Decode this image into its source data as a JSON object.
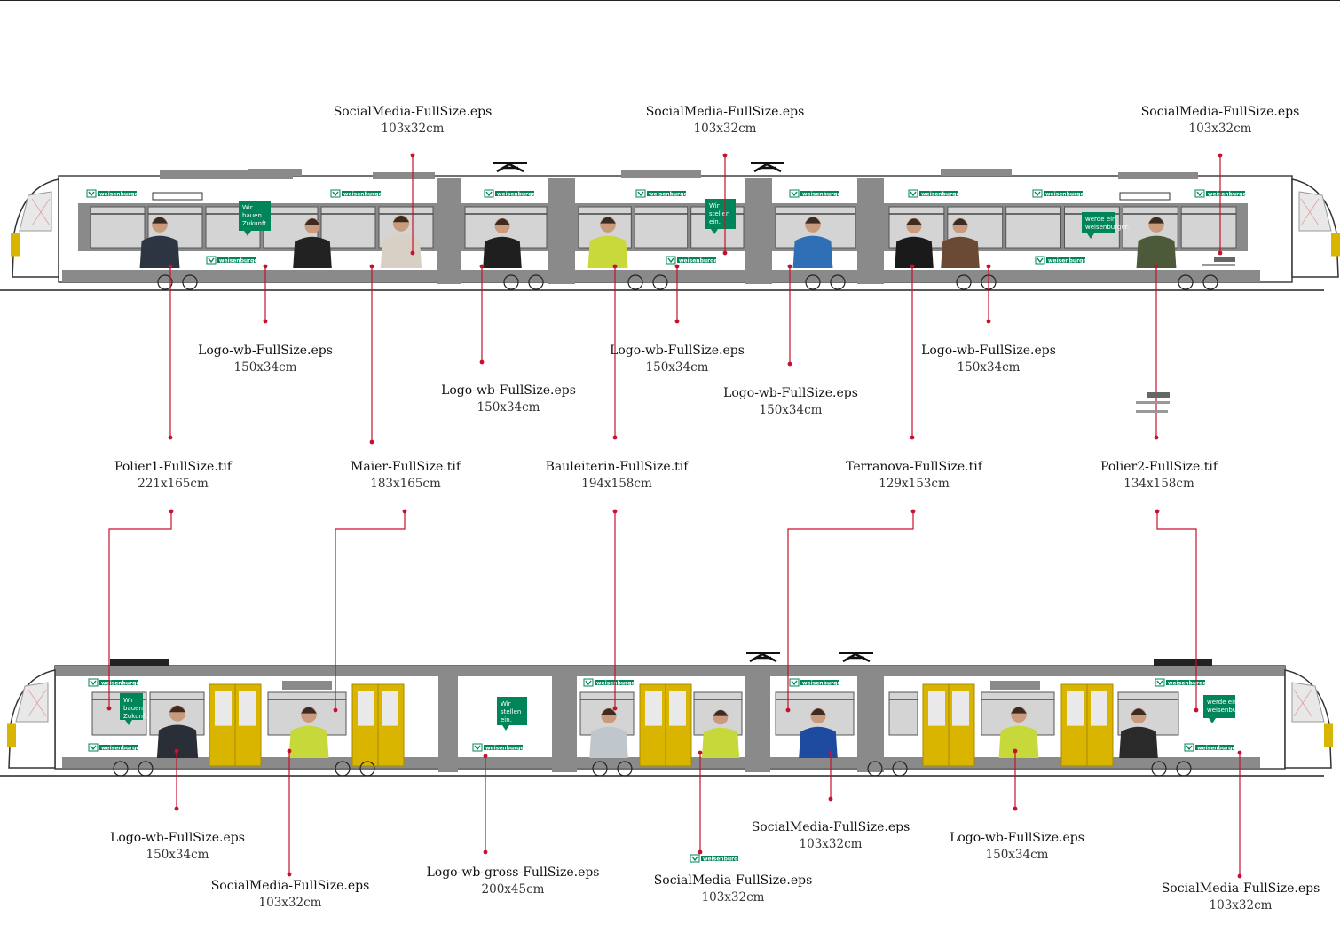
{
  "colors": {
    "leader": "#c8102e",
    "brand_green": "#00845a",
    "door_yellow": "#d9b500",
    "frame_gray": "#8a8a8a",
    "window_gray": "#d4d4d4"
  },
  "upper_train": {
    "brand_logo_text": "weisenburger",
    "panel_text_1": [
      "Wir",
      "bauen",
      "Zukunft."
    ],
    "panel_text_2": [
      "Wir",
      "stellen",
      "ein."
    ],
    "panel_text_3": [
      "werde ein",
      "weisenburger."
    ]
  },
  "lower_train": {
    "brand_logo_text": "weisenburger",
    "panel_text_1": [
      "Wir",
      "bauen",
      "Zukunft."
    ],
    "panel_text_2": [
      "Wir",
      "stellen",
      "ein."
    ],
    "panel_text_3": [
      "werde ein",
      "weisenburger."
    ]
  },
  "labels": [
    {
      "title": "SocialMedia-FullSize.eps",
      "dims": "103x32cm"
    },
    {
      "title": "SocialMedia-FullSize.eps",
      "dims": "103x32cm"
    },
    {
      "title": "SocialMedia-FullSize.eps",
      "dims": "103x32cm"
    },
    {
      "title": "Logo-wb-FullSize.eps",
      "dims": "150x34cm"
    },
    {
      "title": "Logo-wb-FullSize.eps",
      "dims": "150x34cm"
    },
    {
      "title": "Logo-wb-FullSize.eps",
      "dims": "150x34cm"
    },
    {
      "title": "Logo-wb-FullSize.eps",
      "dims": "150x34cm"
    },
    {
      "title": "Logo-wb-FullSize.eps",
      "dims": "150x34cm"
    },
    {
      "title": "Polier1-FullSize.tif",
      "dims": "221x165cm"
    },
    {
      "title": "Maier-FullSize.tif",
      "dims": "183x165cm"
    },
    {
      "title": "Bauleiterin-FullSize.tif",
      "dims": "194x158cm"
    },
    {
      "title": "Terranova-FullSize.tif",
      "dims": "129x153cm"
    },
    {
      "title": "Polier2-FullSize.tif",
      "dims": "134x158cm"
    },
    {
      "title": "Logo-wb-FullSize.eps",
      "dims": "150x34cm"
    },
    {
      "title": "SocialMedia-FullSize.eps",
      "dims": "103x32cm"
    },
    {
      "title": "Logo-wb-gross-FullSize.eps",
      "dims": "200x45cm"
    },
    {
      "title": "SocialMedia-FullSize.eps",
      "dims": "103x32cm"
    },
    {
      "title": "SocialMedia-FullSize.eps",
      "dims": "103x32cm"
    },
    {
      "title": "Logo-wb-FullSize.eps",
      "dims": "150x34cm"
    },
    {
      "title": "SocialMedia-FullSize.eps",
      "dims": "103x32cm"
    }
  ]
}
